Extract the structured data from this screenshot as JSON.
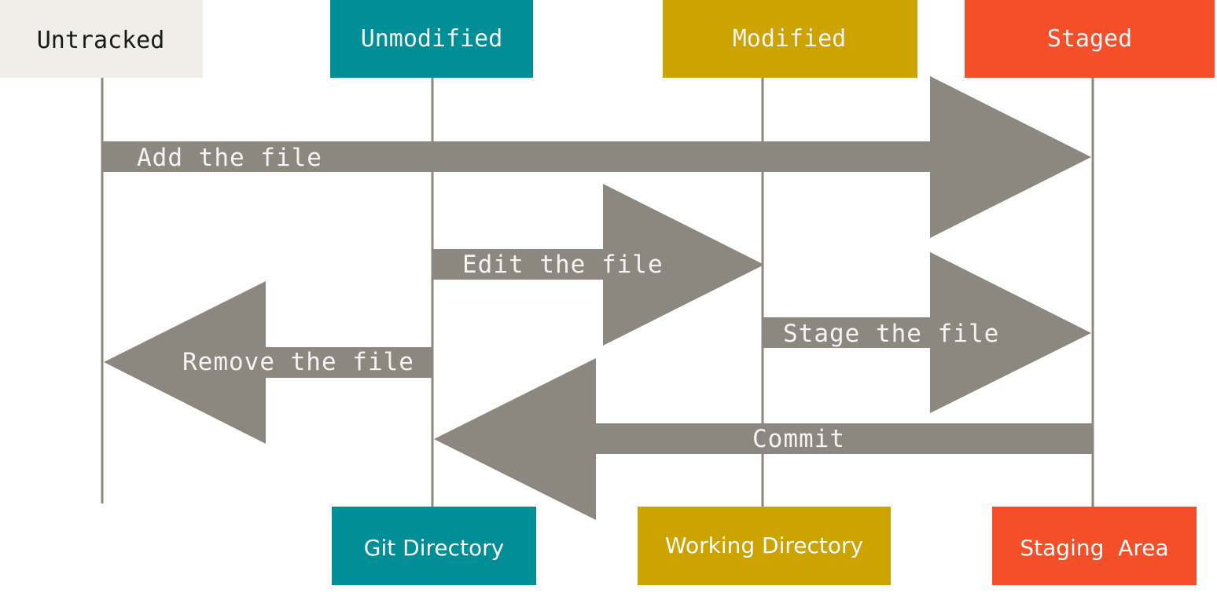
{
  "states": {
    "untracked": {
      "label": "Untracked",
      "fill": "#efeee8",
      "text_color": "#1a1a1a"
    },
    "unmodified": {
      "label": "Unmodified",
      "fill": "#008f97",
      "text_color": "#f4f4f4"
    },
    "modified": {
      "label": "Modified",
      "fill": "#cca300",
      "text_color": "#f4f4f4"
    },
    "staged": {
      "label": "Staged",
      "fill": "#f44f28",
      "text_color": "#f4f4f4"
    }
  },
  "areas": {
    "git_directory": {
      "label": "Git Directory",
      "fill": "#008f97",
      "text_color": "#ffffff"
    },
    "working_directory": {
      "label": "Working Directory",
      "fill": "#cca300",
      "text_color": "#ffffff"
    },
    "staging_area": {
      "label": "Staging  Area",
      "fill": "#f44f28",
      "text_color": "#ffffff"
    }
  },
  "arrows": {
    "add_file": {
      "label": "Add the file",
      "from": "Untracked",
      "to": "Staged"
    },
    "edit_file": {
      "label": "Edit the file",
      "from": "Unmodified",
      "to": "Modified"
    },
    "stage_file": {
      "label": "Stage the file",
      "from": "Modified",
      "to": "Staged"
    },
    "remove_file": {
      "label": "Remove the file",
      "from": "Unmodified",
      "to": "Untracked"
    },
    "commit": {
      "label": "Commit",
      "from": "Staged",
      "to": "Unmodified"
    }
  },
  "colors": {
    "arrow_fill": "#8c877f",
    "arrow_text": "#f4f4f4",
    "lifeline": "#8c877f"
  }
}
